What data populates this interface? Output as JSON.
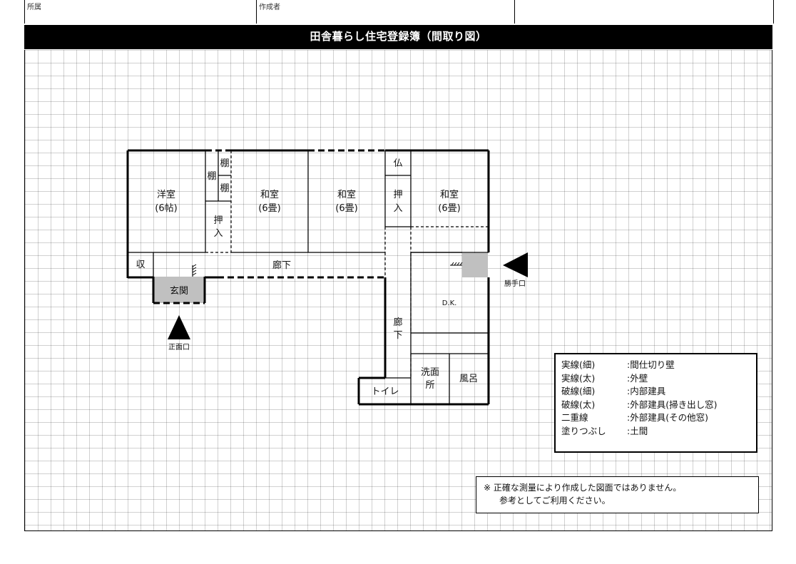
{
  "header": {
    "affiliation_label": "所属",
    "author_label": "作成者",
    "title": "田舎暮らし住宅登録簿（間取り図）"
  },
  "rooms": {
    "yoshitsu": "洋室",
    "yoshitsu_size": "(6帖)",
    "tana1": "棚",
    "tana2": "棚",
    "tana3": "棚",
    "oshiire1_a": "押",
    "oshiire1_b": "入",
    "washitsu1": "和室",
    "washitsu1_size": "(6畳)",
    "washitsu2": "和室",
    "washitsu2_size": "(6畳)",
    "butsu": "仏",
    "oshiire2_a": "押",
    "oshiire2_b": "入",
    "washitsu3": "和室",
    "washitsu3_size": "(6畳)",
    "shu": "収",
    "rouka": "廊下",
    "genkan": "玄関",
    "dk": "D.K.",
    "rouka2_a": "廊",
    "rouka2_b": "下",
    "senmen_a": "洗面",
    "senmen_b": "所",
    "furo": "風呂",
    "toire": "トイレ"
  },
  "entrances": {
    "main": "正面口",
    "kitchen": "勝手口"
  },
  "legend": [
    {
      "key": "実線(細)",
      "value": ":間仕切り壁"
    },
    {
      "key": "実線(太)",
      "value": ":外壁"
    },
    {
      "key": "破線(細)",
      "value": ":内部建具"
    },
    {
      "key": "破線(太)",
      "value": ":外部建具(掃き出し窓)"
    },
    {
      "key": "二重線",
      "value": ":外部建具(その他窓)"
    },
    {
      "key": "塗りつぶし",
      "value": ":土間"
    }
  ],
  "note": {
    "line1": "※  正確な測量により作成した図面ではありません。",
    "line2": "参考としてご利用ください。"
  },
  "colors": {
    "title_bg": "#000000",
    "doma_fill": "#c0c0c0"
  }
}
